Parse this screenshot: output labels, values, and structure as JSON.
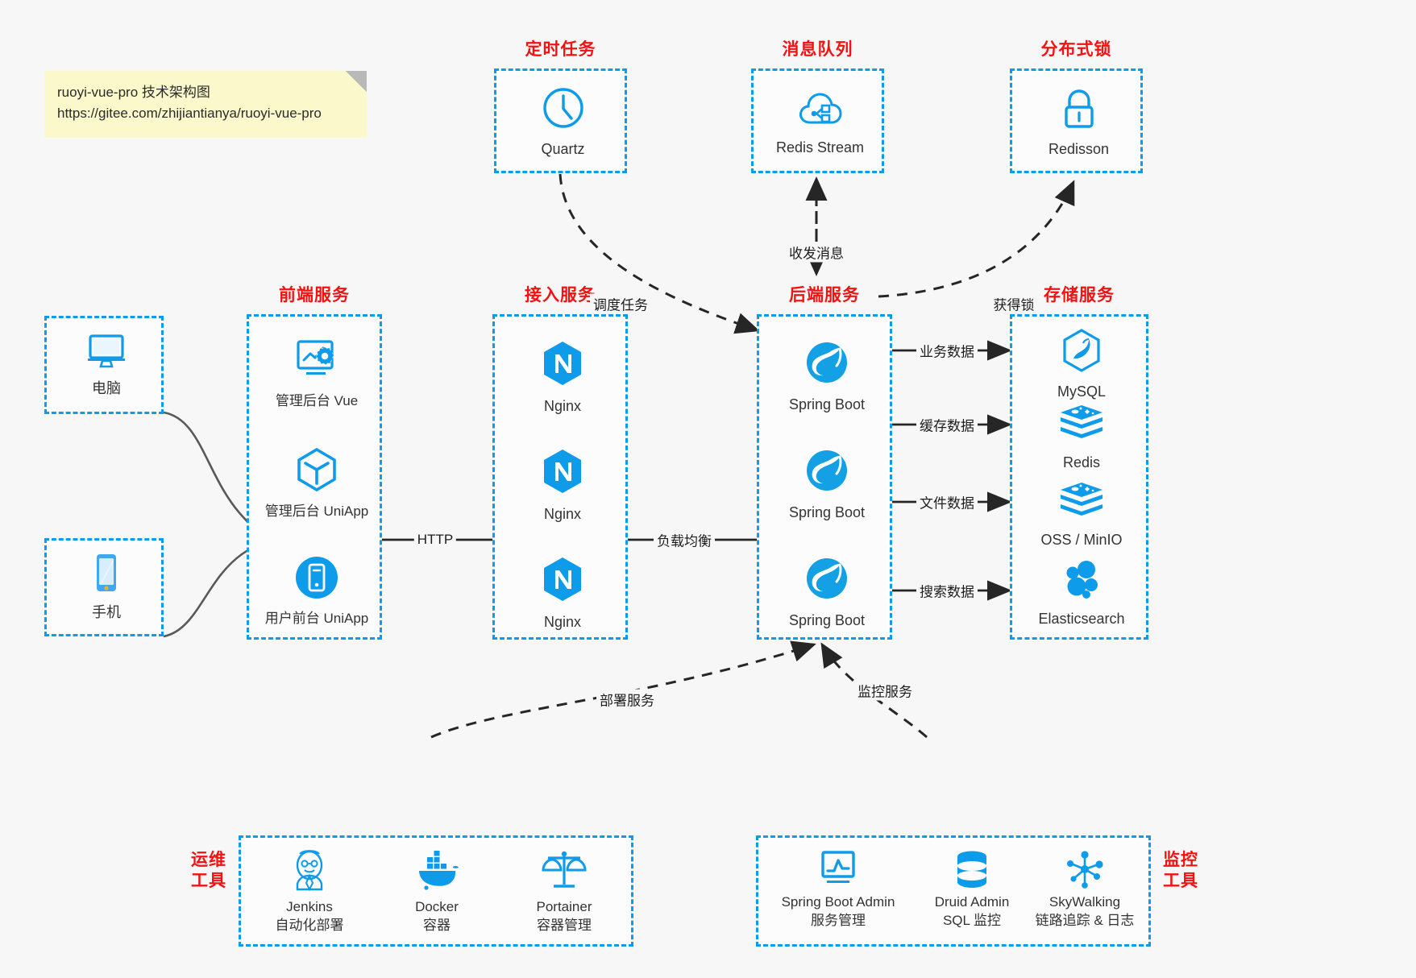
{
  "note": {
    "line1": "ruoyi-vue-pro 技术架构图",
    "line2": "https://gitee.com/zhijiantianya/ruoyi-vue-pro"
  },
  "colors": {
    "accent_blue": "#0e9bea",
    "title_red": "#f21212",
    "background": "#f7f7f7",
    "note_yellow": "#fbf8cc",
    "arrow_dark": "#262626",
    "curve_gray": "#595959"
  },
  "groups": {
    "scheduler": {
      "title": "定时任务",
      "nodes": [
        {
          "label": "Quartz",
          "icon": "clock-icon"
        }
      ]
    },
    "mq": {
      "title": "消息队列",
      "nodes": [
        {
          "label": "Redis Stream",
          "icon": "cloud-stream-icon"
        }
      ]
    },
    "lock": {
      "title": "分布式锁",
      "nodes": [
        {
          "label": "Redisson",
          "icon": "padlock-icon"
        }
      ]
    },
    "clients": {
      "nodes": [
        {
          "label": "电脑",
          "icon": "desktop-monitor-icon"
        },
        {
          "label": "手机",
          "icon": "mobile-phone-icon"
        }
      ]
    },
    "frontend": {
      "title": "前端服务",
      "nodes": [
        {
          "label": "管理后台 Vue",
          "icon": "dashboard-settings-icon"
        },
        {
          "label": "管理后台 UniApp",
          "icon": "cube-hexagon-icon"
        },
        {
          "label": "用户前台 UniApp",
          "icon": "phone-circle-icon"
        }
      ]
    },
    "gateway": {
      "title": "接入服务",
      "nodes": [
        {
          "label": "Nginx",
          "icon": "nginx-icon"
        },
        {
          "label": "Nginx",
          "icon": "nginx-icon"
        },
        {
          "label": "Nginx",
          "icon": "nginx-icon"
        }
      ]
    },
    "backend": {
      "title": "后端服务",
      "nodes": [
        {
          "label": "Spring Boot",
          "icon": "spring-leaf-icon"
        },
        {
          "label": "Spring Boot",
          "icon": "spring-leaf-icon"
        },
        {
          "label": "Spring Boot",
          "icon": "spring-leaf-icon"
        }
      ]
    },
    "storage": {
      "title": "存储服务",
      "nodes": [
        {
          "label": "MySQL",
          "icon": "mysql-dolphin-icon"
        },
        {
          "label": "Redis",
          "icon": "redis-stack-icon"
        },
        {
          "label": "OSS / MinIO",
          "icon": "redis-stack-icon"
        },
        {
          "label": "Elasticsearch",
          "icon": "elasticsearch-icon"
        }
      ]
    },
    "devops": {
      "title_line1": "运维",
      "title_line2": "工具",
      "nodes": [
        {
          "label": "Jenkins",
          "sublabel": "自动化部署",
          "icon": "jenkins-butler-icon"
        },
        {
          "label": "Docker",
          "sublabel": "容器",
          "icon": "docker-whale-icon"
        },
        {
          "label": "Portainer",
          "sublabel": "容器管理",
          "icon": "scales-balance-icon"
        }
      ]
    },
    "monitoring": {
      "title_line1": "监控",
      "title_line2": "工具",
      "nodes": [
        {
          "label": "Spring Boot Admin",
          "sublabel": "服务管理",
          "icon": "monitor-chart-icon"
        },
        {
          "label": "Druid Admin",
          "sublabel": "SQL 监控",
          "icon": "database-cylinder-icon"
        },
        {
          "label": "SkyWalking",
          "sublabel": "链路追踪 & 日志",
          "icon": "network-nodes-icon"
        }
      ]
    }
  },
  "edges": {
    "http": "HTTP",
    "load_balance": "负载均衡",
    "schedule_task": "调度任务",
    "send_receive_message": "收发消息",
    "acquire_lock": "获得锁",
    "business_data": "业务数据",
    "cache_data": "缓存数据",
    "file_data": "文件数据",
    "search_data": "搜索数据",
    "deploy_service": "部署服务",
    "monitor_service": "监控服务"
  }
}
